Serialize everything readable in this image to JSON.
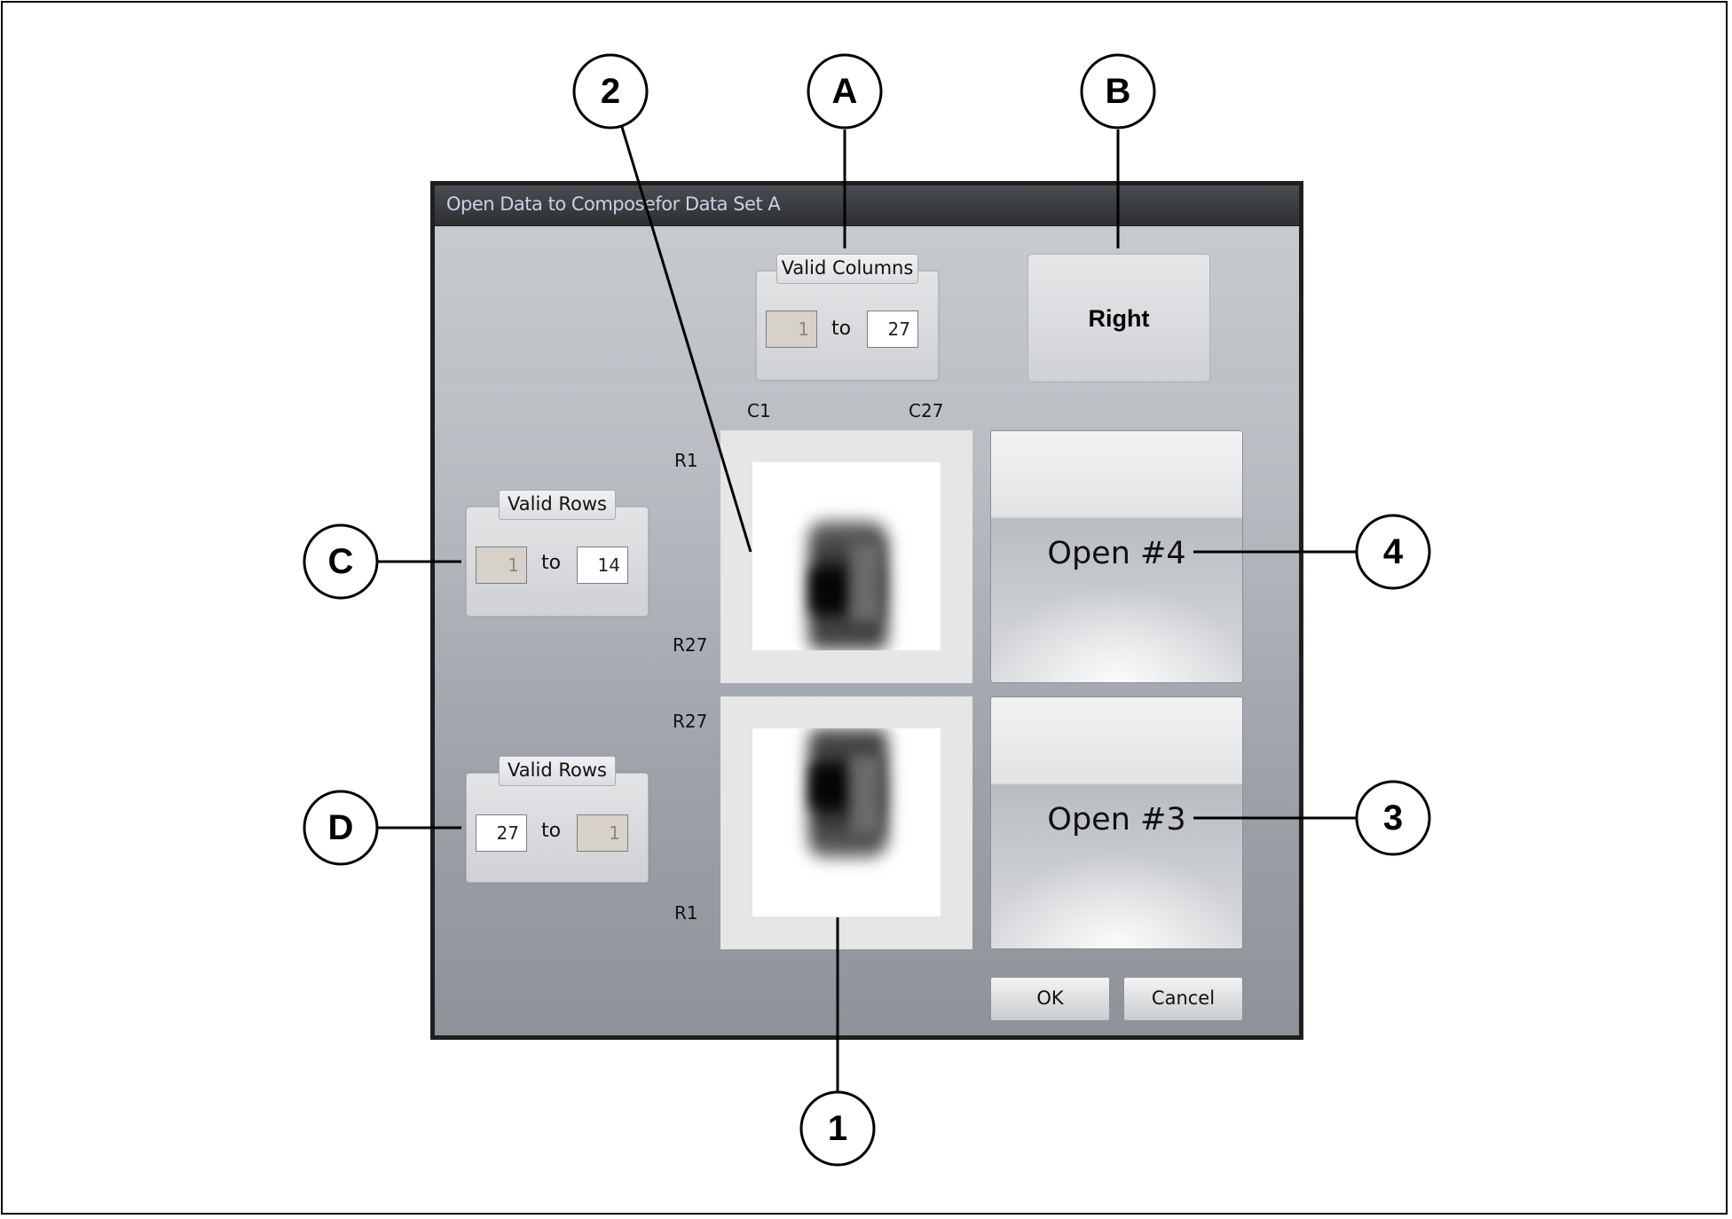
{
  "dialog": {
    "title": "Open Data to Composefor Data Set A",
    "right_button": "Right",
    "ok_button": "OK",
    "cancel_button": "Cancel"
  },
  "valid_columns": {
    "label": "Valid Columns",
    "from": "1",
    "to_word": "to",
    "to": "27"
  },
  "valid_rows_top": {
    "label": "Valid Rows",
    "from": "1",
    "to_word": "to",
    "to": "14"
  },
  "valid_rows_bottom": {
    "label": "Valid Rows",
    "from": "27",
    "to_word": "to",
    "to": "1"
  },
  "preview_top": {
    "col_start": "C1",
    "col_end": "C27",
    "row_start": "R1",
    "row_end": "R27"
  },
  "preview_bottom": {
    "row_start": "R27",
    "row_end": "R1"
  },
  "open_buttons": {
    "top": "Open #4",
    "bottom": "Open #3"
  },
  "callouts": {
    "c1": "1",
    "c2": "2",
    "c3": "3",
    "c4": "4",
    "cA": "A",
    "cB": "B",
    "cC": "C",
    "cD": "D"
  }
}
